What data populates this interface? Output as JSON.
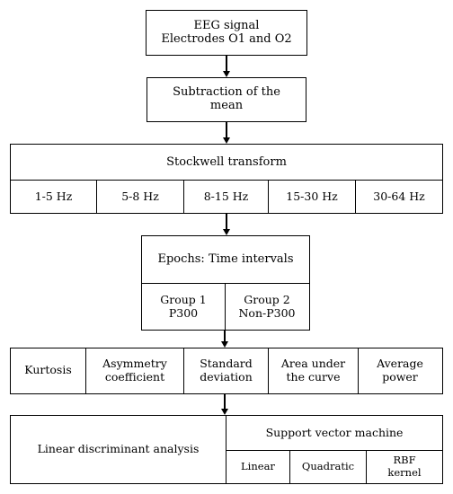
{
  "eeg": {
    "line1": "EEG signal",
    "line2": "Electrodes O1 and O2"
  },
  "subtraction": {
    "line1": "Subtraction of the",
    "line2": "mean"
  },
  "stockwell": {
    "title": "Stockwell transform",
    "bands": [
      "1-5 Hz",
      "5-8 Hz",
      "8-15 Hz",
      "15-30 Hz",
      "30-64 Hz"
    ]
  },
  "epochs": {
    "title": "Epochs: Time intervals",
    "groups": [
      {
        "line1": "Group 1",
        "line2": "P300"
      },
      {
        "line1": "Group 2",
        "line2": "Non-P300"
      }
    ]
  },
  "features": [
    {
      "line1": "Kurtosis",
      "line2": ""
    },
    {
      "line1": "Asymmetry",
      "line2": "coefficient"
    },
    {
      "line1": "Standard",
      "line2": "deviation"
    },
    {
      "line1": "Area under",
      "line2": "the curve"
    },
    {
      "line1": "Average",
      "line2": "power"
    }
  ],
  "classifiers": {
    "lda": "Linear discriminant analysis",
    "svm": {
      "title": "Support vector machine",
      "kernels": [
        {
          "line1": "Linear",
          "line2": ""
        },
        {
          "line1": "Quadratic",
          "line2": ""
        },
        {
          "line1": "RBF",
          "line2": "kernel"
        }
      ]
    }
  }
}
